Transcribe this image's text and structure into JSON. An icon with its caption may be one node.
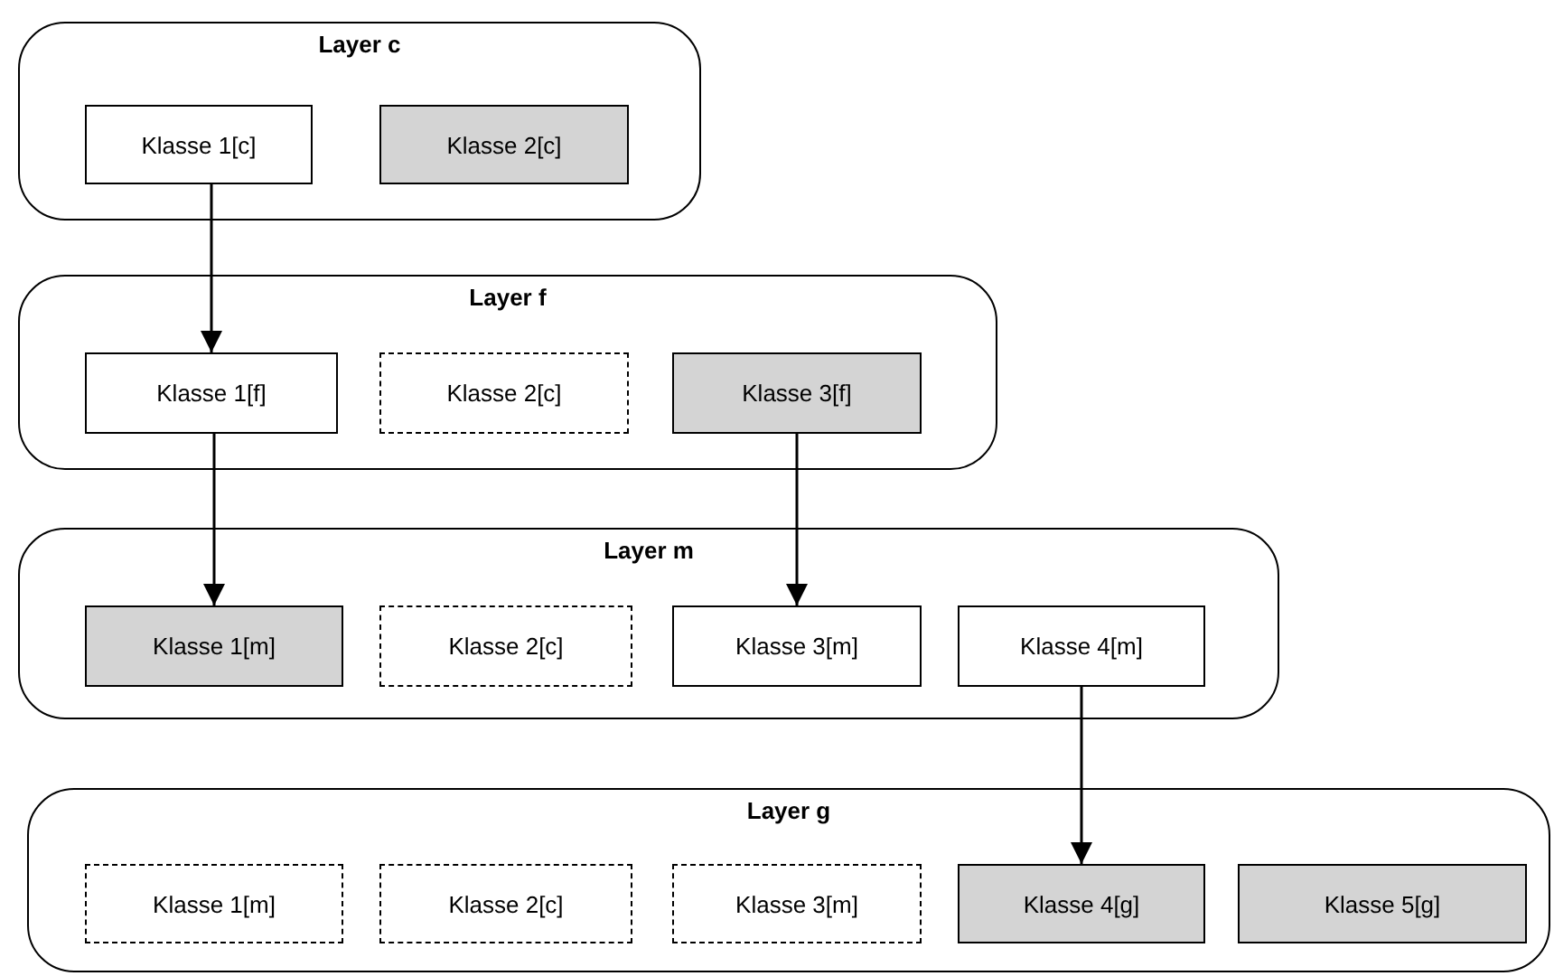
{
  "diagram": {
    "nodes": [
      {
        "text": [
          "Layer c"
        ]
      },
      {
        "text": [
          "Klasse 1[c]"
        ],
        "in": 0
      },
      {
        "text": [
          "Klasse 2[c]"
        ],
        "in": 0
      },
      {
        "text": [
          "Layer f"
        ]
      },
      {
        "text": [
          "Klasse 1[f]"
        ],
        "in": 3
      },
      {
        "text": [
          "Klasse 2[c]"
        ],
        "in": 3
      },
      {
        "text": [
          "Klasse 3[f]"
        ],
        "in": 3
      },
      {
        "text": [
          "Layer m"
        ]
      },
      {
        "text": [
          "Klasse 1[m]"
        ],
        "in": 7
      },
      {
        "text": [
          "Klasse 2[c]"
        ],
        "in": 7
      },
      {
        "text": [
          "Klasse 3[m]"
        ],
        "in": 7
      },
      {
        "text": [
          "Klasse 4[m]"
        ],
        "in": 7
      },
      {
        "text": [
          "Layer g"
        ]
      },
      {
        "text": [
          "Klasse 1[m]"
        ],
        "in": 12
      },
      {
        "text": [
          "Klasse 2[c]"
        ],
        "in": 12
      },
      {
        "text": [
          "Klasse 3[m]"
        ],
        "in": 12
      },
      {
        "text": [
          "Klasse 4[g]"
        ],
        "in": 12
      },
      {
        "text": [
          "Klasse 5[g]"
        ],
        "in": 12
      }
    ],
    "edges": [
      {
        "from": 1,
        "to": 4,
        "arrow": "to"
      },
      {
        "from": 4,
        "to": 8,
        "arrow": "to"
      },
      {
        "from": 6,
        "to": 10,
        "arrow": "to"
      },
      {
        "from": 11,
        "to": 16,
        "arrow": "to"
      }
    ]
  }
}
